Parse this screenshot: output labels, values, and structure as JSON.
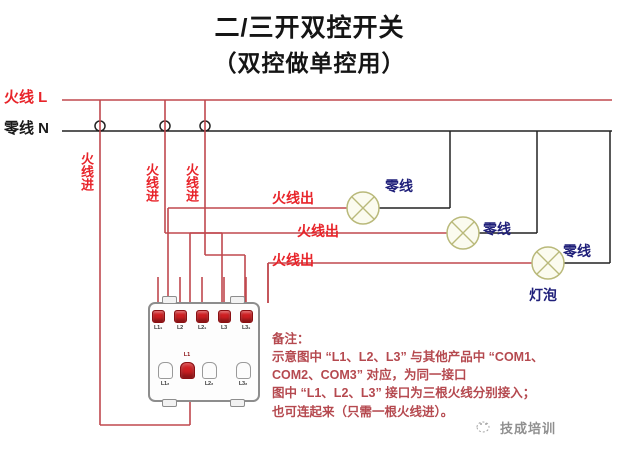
{
  "title": {
    "line1": "二/三开双控开关",
    "line2": "（双控做单控用）"
  },
  "bus_labels": {
    "live": "火线 L",
    "neutral": "零线 N"
  },
  "vertical_labels": [
    {
      "name": "live-in-1",
      "text": "火线进"
    },
    {
      "name": "live-in-2",
      "text": "火线进"
    },
    {
      "name": "live-in-3",
      "text": "火线进"
    }
  ],
  "output_labels": [
    {
      "name": "live-out-1",
      "text": "火线出"
    },
    {
      "name": "live-out-2",
      "text": "火线出"
    },
    {
      "name": "live-out-3",
      "text": "火线出"
    }
  ],
  "neutral_labels": [
    {
      "name": "neutral-1",
      "text": "零线"
    },
    {
      "name": "neutral-2",
      "text": "零线"
    },
    {
      "name": "neutral-3",
      "text": "零线"
    }
  ],
  "lamp_label": "灯泡",
  "switch": {
    "top_terminals": [
      "L1₁",
      "L2",
      "L2₁",
      "L3",
      "L3₁"
    ],
    "bottom_terminals": [
      "L1₂",
      "L2₂",
      "L3₂"
    ],
    "active_marker": "L1"
  },
  "notes": {
    "heading": "备注：",
    "lines": [
      "示意图中 “L1、L2、L3” 与其他产品中 “COM1、",
      "COM2、COM3” 对应，为同一接口",
      "图中 “L1、L2、L3” 接口为三根火线分别接入；",
      "也可连起来（只需一根火线进）。"
    ]
  },
  "watermark": {
    "text": "技成培训",
    "icon": "logo-icon"
  },
  "colors": {
    "live": "#e8242a",
    "wire_red": "#c0484e",
    "neutral": "#1a1a1a",
    "lamp": "#b9b97a",
    "note": "#b5494f",
    "navy": "#20207a"
  }
}
